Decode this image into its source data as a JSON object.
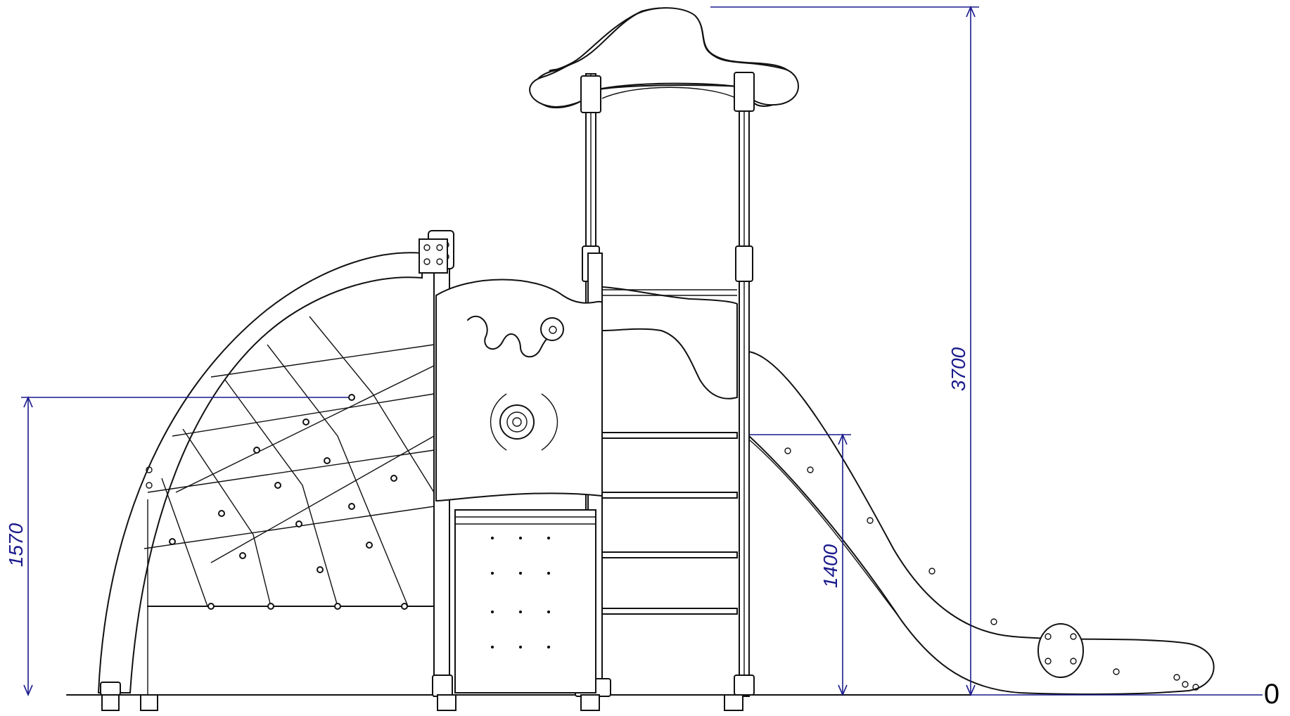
{
  "drawing": {
    "dimensions": [
      {
        "id": "overall-height",
        "label": "3700"
      },
      {
        "id": "net-height",
        "label": "1570"
      },
      {
        "id": "deck-height",
        "label": "1400"
      }
    ],
    "ground_level_label": "0",
    "colors": {
      "dimension": "#1a1a8c",
      "outline": "#111111"
    }
  }
}
